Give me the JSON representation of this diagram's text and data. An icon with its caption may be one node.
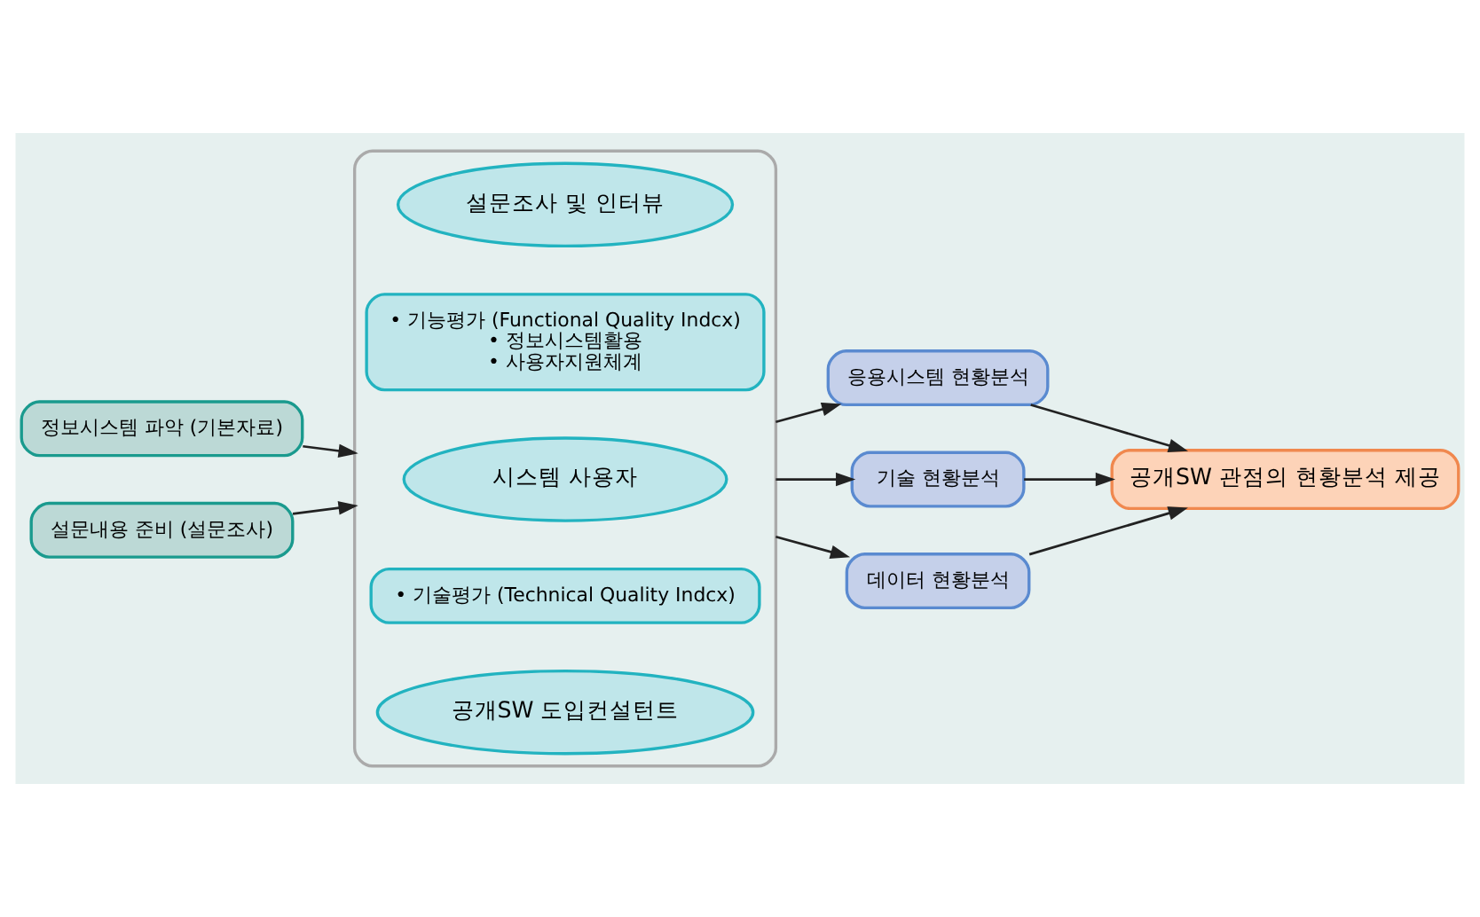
{
  "diagram": {
    "nodes": [
      {
        "text": [
          "정보시스템 파악 (기본자료)"
        ]
      },
      {
        "text": [
          "설문내용 준비 (설문조사)"
        ]
      },
      {
        "text": [],
        "shape": "box"
      },
      {
        "text": [
          "설문조사 및 인터뷰"
        ],
        "in": 2
      },
      {
        "text": [
          "• 기능평가 (Functional Quality Indcx)",
          "• 정보시스템활용",
          "• 사용자지원체계"
        ],
        "in": 2
      },
      {
        "text": [
          "시스템 사용자"
        ],
        "in": 2
      },
      {
        "text": [
          "• 기술평가 (Technical Quality Indcx)"
        ],
        "in": 2
      },
      {
        "text": [
          "공개SW 도입컨설턴트"
        ],
        "in": 2
      },
      {
        "text": [
          "응용시스템 현황분석"
        ]
      },
      {
        "text": [
          "기술 현황분석"
        ]
      },
      {
        "text": [
          "데이터 현황분석"
        ]
      },
      {
        "text": [
          "공개SW 관점의 현황분석 제공"
        ]
      }
    ],
    "edges": [
      {
        "from": 0,
        "to": 2,
        "arrow": "to"
      },
      {
        "from": 1,
        "to": 2,
        "arrow": "to"
      },
      {
        "from": 2,
        "to": 8,
        "arrow": "to"
      },
      {
        "from": 2,
        "to": 9,
        "arrow": "to"
      },
      {
        "from": 2,
        "to": 10,
        "arrow": "to"
      },
      {
        "from": 8,
        "to": 11,
        "arrow": "to"
      },
      {
        "from": 9,
        "to": 11,
        "arrow": "to"
      },
      {
        "from": 10,
        "to": 11,
        "arrow": "to"
      }
    ]
  }
}
